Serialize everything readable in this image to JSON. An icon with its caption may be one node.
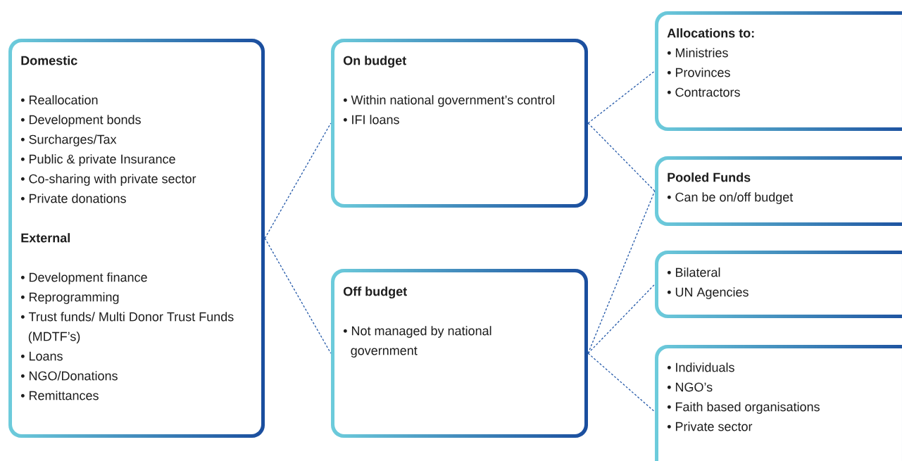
{
  "diagram": {
    "nodes": [
      {
        "text": [
          "Domestic",
          "• Reallocation",
          "• Development bonds",
          "• Surcharges/Tax",
          "• Public & private Insurance",
          "• Co-sharing with private sector",
          "• Private donations",
          "External",
          "• Development finance",
          "• Reprogramming",
          "• Trust funds/ Multi Donor Trust Funds (MDTF’s)",
          "• Loans",
          "• NGO/Donations",
          "• Remittances"
        ]
      },
      {
        "text": [
          "On budget",
          "• Within national government’s control",
          "• IFI loans"
        ]
      },
      {
        "text": [
          "Off budget",
          "• Not managed by national government"
        ]
      },
      {
        "text": [
          "Allocations to:",
          "• Ministries",
          "• Provinces",
          "• Contractors"
        ]
      },
      {
        "text": [
          "Pooled Funds",
          "• Can be on/off budget"
        ]
      },
      {
        "text": [
          "• Bilateral",
          "• UN Agencies"
        ]
      },
      {
        "text": [
          "• Individuals",
          "• NGO’s",
          "• Faith based organisations",
          "• Private sector"
        ]
      }
    ],
    "edges": [
      {
        "from": 0,
        "to": 1,
        "arrow": "none",
        "style": "dashed"
      },
      {
        "from": 0,
        "to": 2,
        "arrow": "none",
        "style": "dashed"
      },
      {
        "from": 1,
        "to": 3,
        "arrow": "none",
        "style": "dashed"
      },
      {
        "from": 1,
        "to": 4,
        "arrow": "none",
        "style": "dashed"
      },
      {
        "from": 2,
        "to": 4,
        "arrow": "none",
        "style": "dashed"
      },
      {
        "from": 2,
        "to": 5,
        "arrow": "none",
        "style": "dashed"
      },
      {
        "from": 2,
        "to": 6,
        "arrow": "none",
        "style": "dashed"
      }
    ]
  }
}
